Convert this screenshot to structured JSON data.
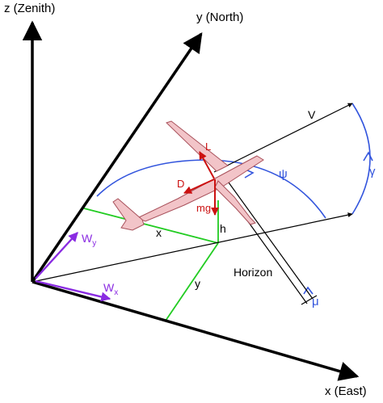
{
  "axes": {
    "z_label": "z (Zenith)",
    "y_label": "y (North)",
    "x_label": "x (East)"
  },
  "vectors": {
    "velocity": "V",
    "lift": "L",
    "drag": "D",
    "weight": "mg",
    "wind_y_base": "W",
    "wind_y_sub": "y",
    "wind_x_base": "W",
    "wind_x_sub": "x"
  },
  "geometry_labels": {
    "x": "x",
    "y": "y",
    "h": "h",
    "horizon": "Horizon"
  },
  "angles": {
    "heading": "ψ",
    "flight_path": "γ",
    "bank": "μ"
  },
  "colors": {
    "axis": "#000000",
    "green": "#22cc22",
    "blue": "#3355dd",
    "red": "#cc1111",
    "purple": "#8a2be2",
    "aircraft_fill": "#f2c4c8",
    "aircraft_stroke": "#a8505a"
  }
}
